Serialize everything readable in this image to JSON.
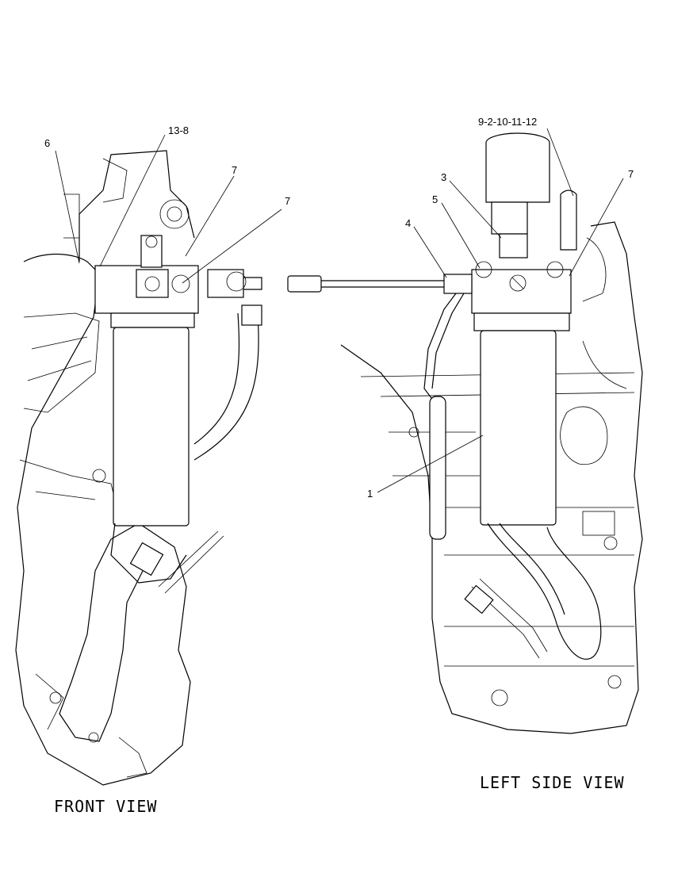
{
  "views": {
    "front": {
      "title": "FRONT VIEW",
      "callouts": [
        "6",
        "13-8",
        "7",
        "7"
      ]
    },
    "left": {
      "title": "LEFT SIDE VIEW",
      "callouts": [
        "9-2-10-11-12",
        "3",
        "5",
        "4",
        "7",
        "1"
      ]
    }
  }
}
